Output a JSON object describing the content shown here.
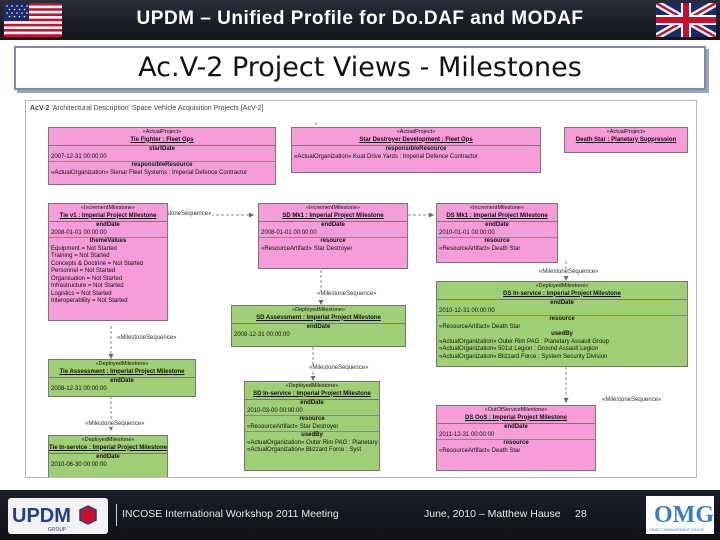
{
  "header": {
    "title": "UPDM – Unified Profile for Do.DAF and MODAF",
    "left_flag": "us-flag-icon",
    "right_flag": "uk-flag-icon"
  },
  "slide": {
    "title": "Ac.V-2 Project Views - Milestones"
  },
  "diagram": {
    "frame_kind": "AcV-2",
    "frame_title": "'Architectural Description' Space Vehicle Acquisition Projects [AcV-2]",
    "boxes": {
      "tie_fighter": {
        "stereo": "«ActualProject»",
        "name": "Tie Fighter : Fleet Ops",
        "l1": "startDate",
        "v1": "2007-12-31 00:00:00",
        "l2": "responsibleResource",
        "v2": "«ActualOrganization» Sienar Fleet Systems : Imperial Defence Contractor"
      },
      "star_destroyer": {
        "stereo": "«ActualProject»",
        "name": "Star Destroyer Development : Fleet Ops",
        "l1": "responsibleResource",
        "v1": "«ActualOrganization» Kuat Drive Yards : Imperial Defence Contractor"
      },
      "death_star": {
        "stereo": "«ActualProject»",
        "name": "Death Star : Planetary Suppression"
      },
      "tie_v1": {
        "stereo": "«IncrementMilestone»",
        "name": "Tie v1 : Imperial Project Milestone",
        "l1": "endDate",
        "v1": "2008-01-01 00:00:00",
        "l2": "themeValues",
        "lines": [
          "Equipment = Not Started",
          "Training = Not Started",
          "Concepts & Doctrine = Not Started",
          "Personnel = Not Started",
          "Organisation = Not Started",
          "Infrastructure = Not Started",
          "Logistics = Not Started",
          "Interoperability = Not Started"
        ]
      },
      "sd_mk1": {
        "stereo": "«IncrementMilestone»",
        "name": "SD Mk1 : Imperial Project Milestone",
        "l1": "endDate",
        "v1": "2008-01-01 00:00:00",
        "l2": "resource",
        "v2": "«ResourceArtifact» Star Destroyer"
      },
      "ds_mk1": {
        "stereo": "«IncrementMilestone»",
        "name": "DS Mk1 : Imperial Project Milestone",
        "l1": "endDate",
        "v1": "2010-01-01 00:00:00",
        "l2": "resource",
        "v2": "«ResourceArtifact» Death Star"
      },
      "sd_assessment": {
        "stereo": "«DeployedMilestone»",
        "name": "SD Assessment : Imperial Project Milestone",
        "l1": "endDate",
        "v1": "2008-12-31 00:00:00"
      },
      "ds_inservice": {
        "stereo": "«DeployedMilestone»",
        "name": "DS In-service : Imperial Project Milestone",
        "l1": "endDate",
        "v1": "2010-12-31 00:00:00",
        "l2": "resource",
        "v2": "«ResourceArtifact» Death Star",
        "l3": "usedBy",
        "lines": [
          "«ActualOrganization» Outer Rim PAG : Planetary Assault Group",
          "«ActualOrganization» 501st Legion : Ground Assault Legion",
          "«ActualOrganization» Blizzard Force : System Security Division"
        ]
      },
      "tie_assessment": {
        "stereo": "«DeployedMilestone»",
        "name": "Tie Assessment : Imperial Project Milestone",
        "l1": "endDate",
        "v1": "2008-12-31 00:00:00"
      },
      "sd_inservice": {
        "stereo": "«DeployedMilestone»",
        "name": "SD In-service : Imperial Project Milestone",
        "l1": "endDate",
        "v1": "2010-03-00 00:00:00",
        "l2": "resource",
        "v2": "«ResourceArtifact» Star Destroyer",
        "l3": "usedBy",
        "lines": [
          "«ActualOrganization» Outer Rim PAG : Planetary Asso",
          "«ActualOrganization» Blizzard Force : Syst"
        ]
      },
      "ds_oos": {
        "stereo": "«OutOfServiceMilestone»",
        "name": "DS OoS : Imperial Project Milestone",
        "l1": "endDate",
        "v1": "2011-12-31 00:00:00",
        "l2": "resource",
        "v2": "«ResourceArtifact» Death Star"
      },
      "tie_inservice": {
        "stereo": "«DeployedMilestone»",
        "name": "Tie In-service : Imperial Project Milestone",
        "l1": "endDate",
        "v1": "2010-06-30 00:00:00"
      }
    },
    "connector_labels": {
      "ms_seq_1": "«MilestoneSequence»",
      "ms_seq_2": "«MilestoneSequence»",
      "ms_seq_3": "«MilestoneSequence»",
      "ms_seq_4": "«MilestoneSequence»",
      "ms_seq_5": "«MilestoneSequence»",
      "ms_seq_6": "«MilestoneSequence»",
      "ms_seq_7": "«MilestoneSequence»"
    }
  },
  "footer": {
    "logo_text": "UPDM",
    "logo_subtext": "GROUP",
    "event": "INCOSE International Workshop 2011 Meeting",
    "date_author": "June, 2010 – Matthew Hause",
    "page": "28",
    "omg_logo_text": "OMG",
    "omg_logo_subtext": "OBJECT MANAGEMENT GROUP"
  }
}
